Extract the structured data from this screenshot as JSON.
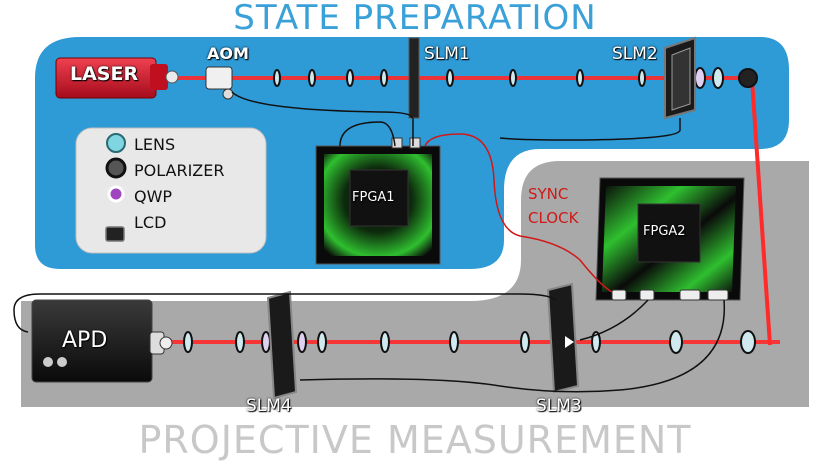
{
  "titles": {
    "top": "STATE PREPARATION",
    "bottom": "PROJECTIVE MEASUREMENT"
  },
  "components": {
    "laser": "LASER",
    "aom": "AOM",
    "slm1": "SLM1",
    "slm2": "SLM2",
    "slm3": "SLM3",
    "slm4": "SLM4",
    "fpga1": "FPGA1",
    "fpga2": "FPGA2",
    "apd": "APD"
  },
  "sync": {
    "line1": "SYNC",
    "line2": "CLOCK"
  },
  "legend": {
    "items": [
      {
        "label": "LENS",
        "icon": "lens-icon"
      },
      {
        "label": "POLARIZER",
        "icon": "polarizer-icon"
      },
      {
        "label": "QWP",
        "icon": "qwp-icon"
      },
      {
        "label": "LCD",
        "icon": "lcd-icon"
      }
    ]
  },
  "colors": {
    "state_panel": "#2e9ad6",
    "measure_panel": "#a9a9a9",
    "beam": "#ff2a2a",
    "laser": "#d8142b",
    "cable_red": "#d01818",
    "title_top": "#3aa0d8",
    "title_bottom": "#c8c8c8",
    "fpga_green": "#2fbf2f",
    "qwp": "#a045c0"
  }
}
